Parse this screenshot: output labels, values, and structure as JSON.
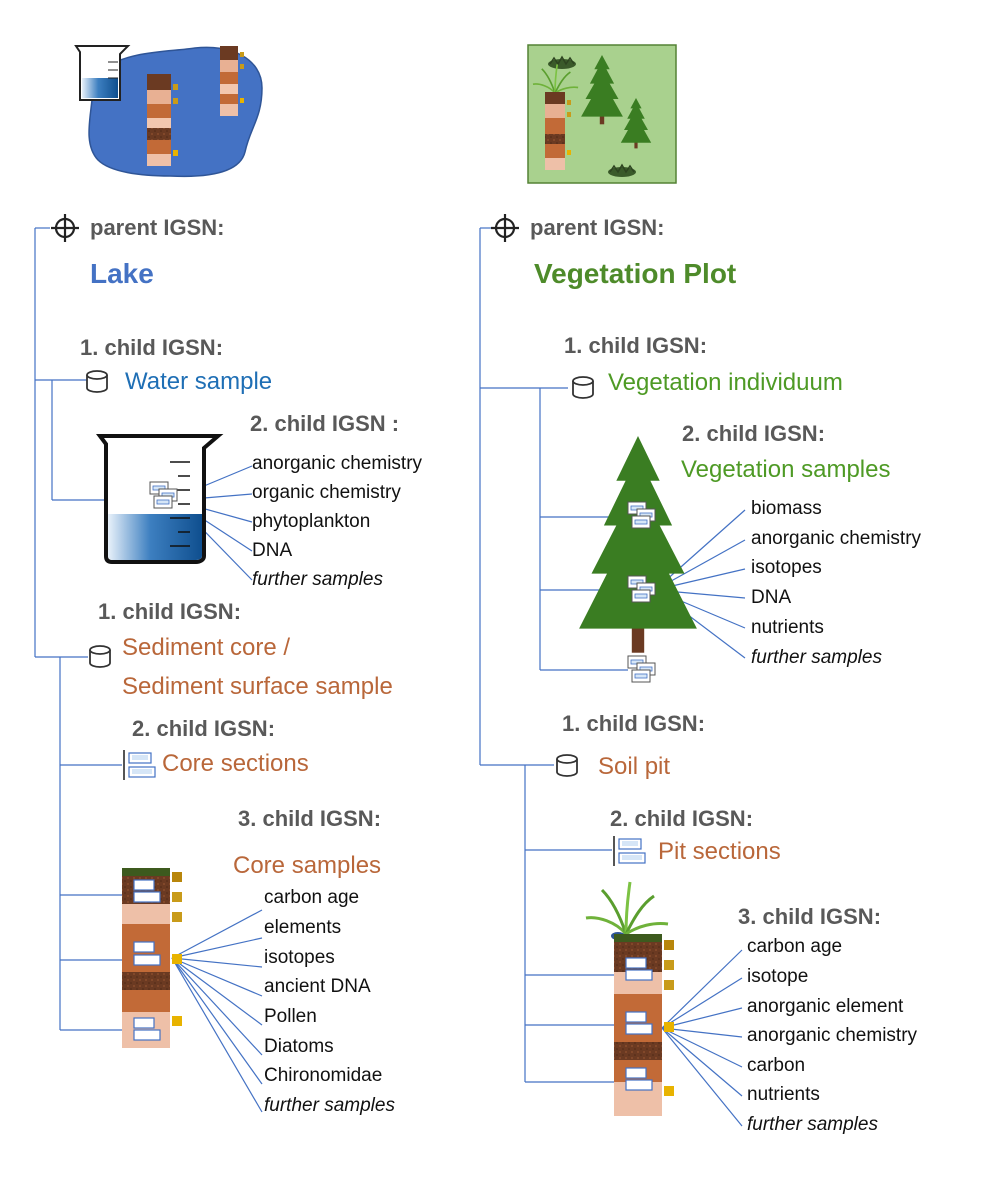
{
  "colors": {
    "tree_line": "#4472c4",
    "lake_blue": "#4472c4",
    "veg_green": "#4e8b2a",
    "water_blue": "#1f6fb5",
    "light_green": "#4e9a25",
    "sediment_brown": "#b9673a",
    "header_gray": "#595959",
    "plot_fill": "#a9d18e",
    "tree_green": "#3a7d22"
  },
  "left": {
    "parent_label": "parent IGSN:",
    "parent_name": "Lake",
    "water": {
      "level_label": "1. child IGSN:",
      "name": "Water sample",
      "child_label": "2. child IGSN :",
      "items": [
        "anorganic chemistry",
        "organic chemistry",
        "phytoplankton",
        "DNA"
      ],
      "further": "further samples"
    },
    "sediment": {
      "level_label": "1. child IGSN:",
      "name_line1": "Sediment core /",
      "name_line2": "Sediment surface sample",
      "sections_label": "2. child IGSN:",
      "sections_name": "Core sections",
      "samples_label": "3. child IGSN:",
      "samples_name": "Core samples",
      "items": [
        "carbon age",
        "elements",
        "isotopes",
        "ancient DNA",
        "Pollen",
        "Diatoms",
        "Chironomidae"
      ],
      "further": "further samples"
    }
  },
  "right": {
    "parent_label": "parent IGSN:",
    "parent_name": "Vegetation Plot",
    "vegetation": {
      "level_label": "1. child IGSN:",
      "name": "Vegetation individuum",
      "child_label": "2. child IGSN:",
      "samples_name": "Vegetation samples",
      "items": [
        "biomass",
        "anorganic chemistry",
        "isotopes",
        "DNA",
        "nutrients"
      ],
      "further": "further samples"
    },
    "soil": {
      "level_label": "1. child IGSN:",
      "name": "Soil pit",
      "sections_label": "2. child IGSN:",
      "sections_name": "Pit sections",
      "samples_label": "3. child IGSN:",
      "items": [
        "carbon age",
        "isotope",
        "anorganic element",
        "anorganic chemistry",
        "carbon",
        "nutrients"
      ],
      "further": "further samples"
    }
  }
}
